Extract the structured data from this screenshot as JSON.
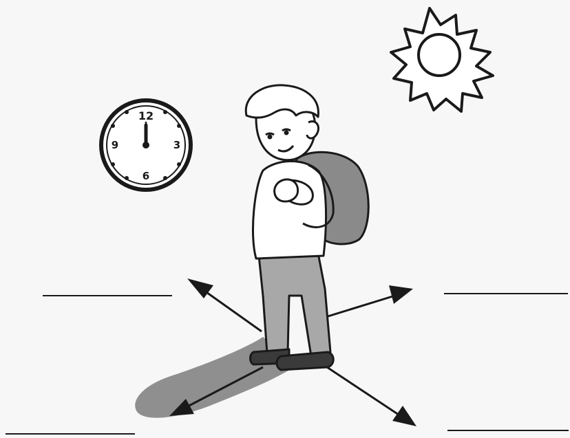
{
  "clock": {
    "numbers": {
      "top": "12",
      "right": "3",
      "bottom": "6",
      "left": "9"
    },
    "time_shown": "12:00"
  },
  "answer_blanks": [
    {
      "value": ""
    },
    {
      "value": ""
    },
    {
      "value": ""
    },
    {
      "value": ""
    }
  ],
  "direction_arrows": [
    "up-left",
    "up-right",
    "down-left",
    "down-right"
  ],
  "icons": [
    "sun-icon",
    "clock-icon",
    "boy-with-backpack",
    "shadow"
  ],
  "colors": {
    "ink": "#1a1a1a",
    "background": "#f7f7f7",
    "shadow": "#8f8f8f",
    "backpack": "#8a8a8a",
    "trousers": "#a8a8a8",
    "shirt": "#ffffff"
  }
}
